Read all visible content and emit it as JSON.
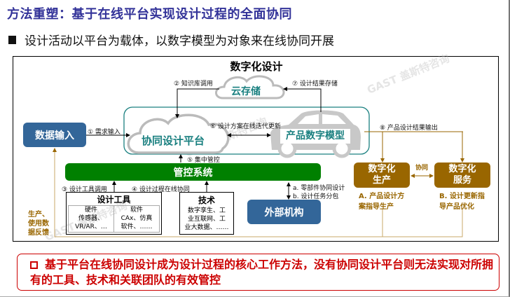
{
  "title": "方法重塑：基于在线平台实现设计过程的全面协同",
  "bullet": "设计活动以平台为载体，以数字模型为对象来在线协同开展",
  "diagram": {
    "heading": "数字化设计",
    "cloud_storage": "云存储",
    "platform": "协同设计平台",
    "product_model": "产品数字模型",
    "data_input": "数据输入",
    "control_system": "管控系统",
    "external": "外部机构",
    "design_tools": {
      "title": "设计工具",
      "hardware": "硬件\n传感器、\nVR/AR、…",
      "software": "软件\nCAx、仿真\n软件、……"
    },
    "technology": {
      "title": "技术",
      "body": "数字孪生、工\n业互联网、工\n业大数据、……"
    },
    "digital_production": "数字化\n生产",
    "digital_service": "数字化\n服务",
    "collab": "协同",
    "note_a": "A. 产品设计方\n案指导生产",
    "note_b": "B. 设计更新指\n导产品优化",
    "feedback": "生产、\n使用数\n据反馈",
    "steps": {
      "s1": "① 需求输入",
      "s2": "② 知识库调用",
      "s3": "③ 设计工具调用",
      "s4": "④ 设计过程在线协同",
      "s5": "⑤ 集中管控",
      "s6": "⑥ 设计方案在线迭代更新",
      "s7": "⑦ 设计结果存储",
      "s8": "⑧ 产品设计结果输出",
      "ext_a": "a. 零部件协同设计",
      "ext_b": "b. 设计任务分包"
    }
  },
  "watermark": "GAST 盖斯特咨询",
  "callout": "基于平台在线协同设计成为设计过程的核心工作方法，没有协同设计平台则无法实现对所拥有的工具、技术和关联团队的有效管控",
  "colors": {
    "title": "#333399",
    "teal": "#1a8080",
    "green": "#008000",
    "blue": "#336699",
    "brown": "#996600",
    "red": "#cc0000"
  }
}
